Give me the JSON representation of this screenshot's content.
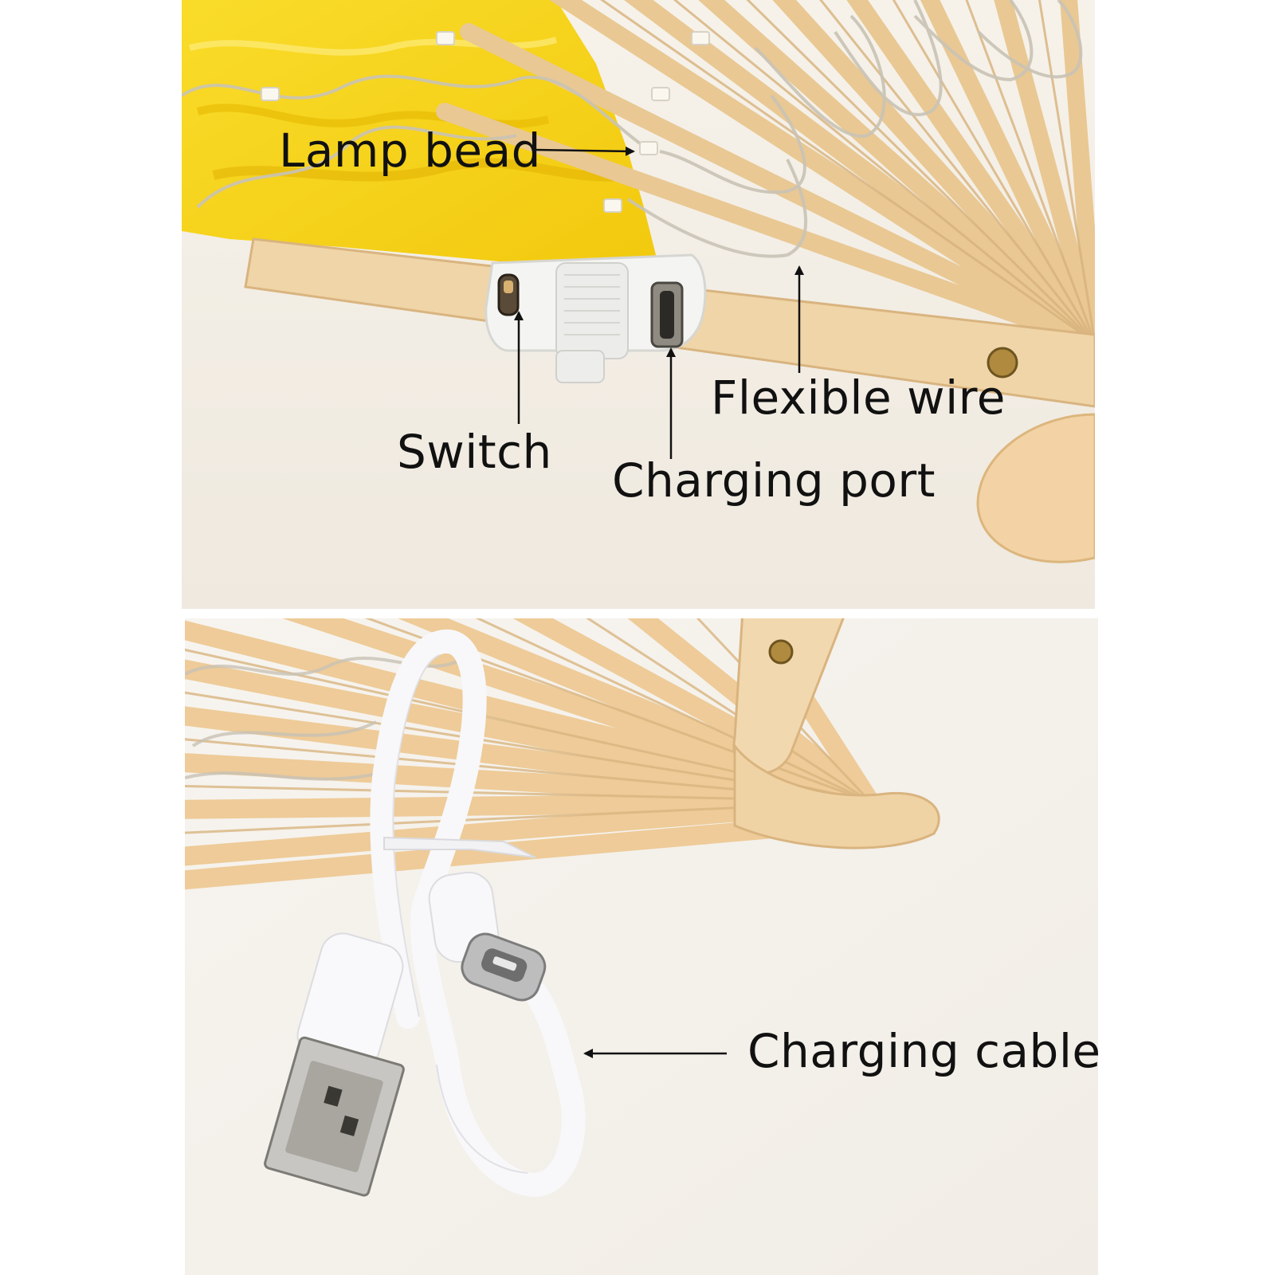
{
  "labels": {
    "lamp_bead": "Lamp bead",
    "flexible_wire": "Flexible wire",
    "switch": "Switch",
    "charging_port": "Charging port",
    "charging_cable": "Charging cable"
  },
  "colors": {
    "fan_silk": "#f5d21c",
    "bamboo": "#f0d2a3",
    "bamboo_dark": "#d9b47f",
    "background": "#f3efe8",
    "module_white": "#f4f4f2",
    "cable_white": "#f7f7f9",
    "annotation": "#111111"
  }
}
